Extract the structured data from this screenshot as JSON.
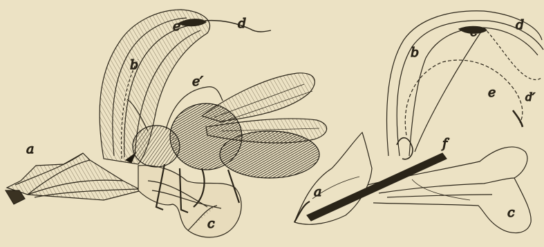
{
  "figures": [
    {
      "id": "left",
      "labels": {
        "a": "a",
        "b": "b",
        "c": "c",
        "d": "d",
        "e_upper": "e",
        "e_prime": "e′"
      }
    },
    {
      "id": "right",
      "labels": {
        "a": "a",
        "b": "b",
        "c": "c",
        "d": "d",
        "d_prime": "d′",
        "e_upper": "e",
        "e_lower": "e",
        "f": "f"
      }
    }
  ],
  "colors": {
    "paper": "#ece2c4",
    "ink": "#2a2418",
    "hatch": "#5a4d36"
  }
}
